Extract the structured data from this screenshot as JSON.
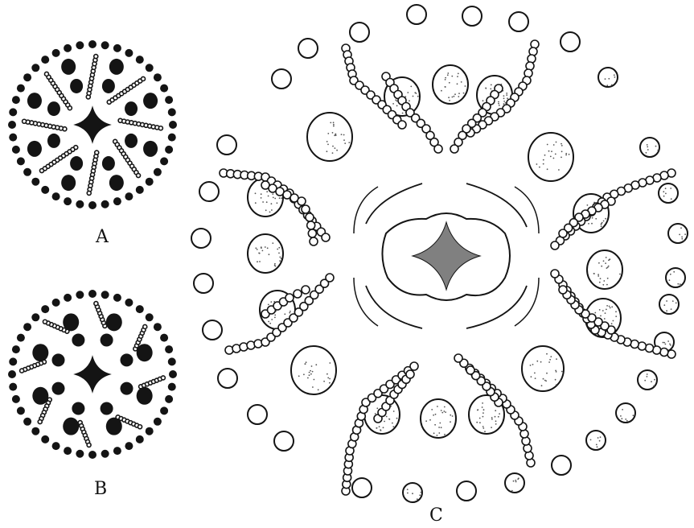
{
  "figure": {
    "panels": [
      {
        "id": "A",
        "label": "A"
      },
      {
        "id": "B",
        "label": "B"
      },
      {
        "id": "C",
        "label": "C"
      }
    ],
    "colors": {
      "ink": "#141414",
      "paper": "#ffffff",
      "stipple": "#555555"
    },
    "icons": {
      "phloem": "wavy-strand",
      "xylem": "circle",
      "pith": "four-pointed-star"
    }
  }
}
